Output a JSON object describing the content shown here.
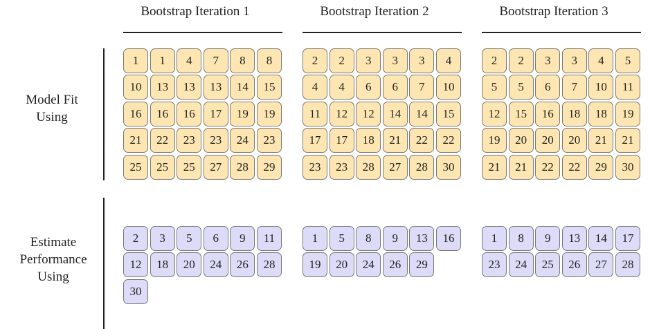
{
  "iterations": [
    {
      "title": "Bootstrap Iteration 1",
      "fit": [
        1,
        1,
        4,
        7,
        8,
        8,
        10,
        13,
        13,
        13,
        14,
        15,
        16,
        16,
        16,
        17,
        19,
        19,
        21,
        22,
        23,
        23,
        24,
        23,
        25,
        25,
        25,
        27,
        28,
        29
      ],
      "perf": [
        2,
        3,
        5,
        6,
        9,
        11,
        12,
        18,
        20,
        24,
        26,
        28,
        30
      ]
    },
    {
      "title": "Bootstrap Iteration 2",
      "fit": [
        2,
        2,
        3,
        3,
        3,
        4,
        4,
        4,
        6,
        6,
        7,
        10,
        11,
        12,
        12,
        14,
        14,
        15,
        17,
        17,
        18,
        21,
        22,
        22,
        23,
        23,
        28,
        27,
        28,
        30
      ],
      "perf": [
        1,
        5,
        8,
        9,
        13,
        16,
        19,
        20,
        24,
        26,
        29
      ]
    },
    {
      "title": "Bootstrap Iteration 3",
      "fit": [
        2,
        2,
        3,
        3,
        4,
        5,
        5,
        5,
        6,
        7,
        10,
        11,
        12,
        15,
        16,
        18,
        18,
        19,
        19,
        20,
        20,
        20,
        21,
        21,
        21,
        21,
        22,
        22,
        29,
        30
      ],
      "perf": [
        1,
        8,
        9,
        13,
        14,
        17,
        23,
        24,
        25,
        26,
        27,
        28
      ]
    }
  ],
  "row_labels": {
    "model_fit_line1": "Model Fit",
    "model_fit_line2": "Using",
    "estimate_line1": "Estimate",
    "estimate_line2": "Performance",
    "estimate_line3": "Using"
  },
  "colors": {
    "fit_fill": "#fde6b2",
    "perf_fill": "#dcdcf8",
    "cell_border": "#777777"
  }
}
